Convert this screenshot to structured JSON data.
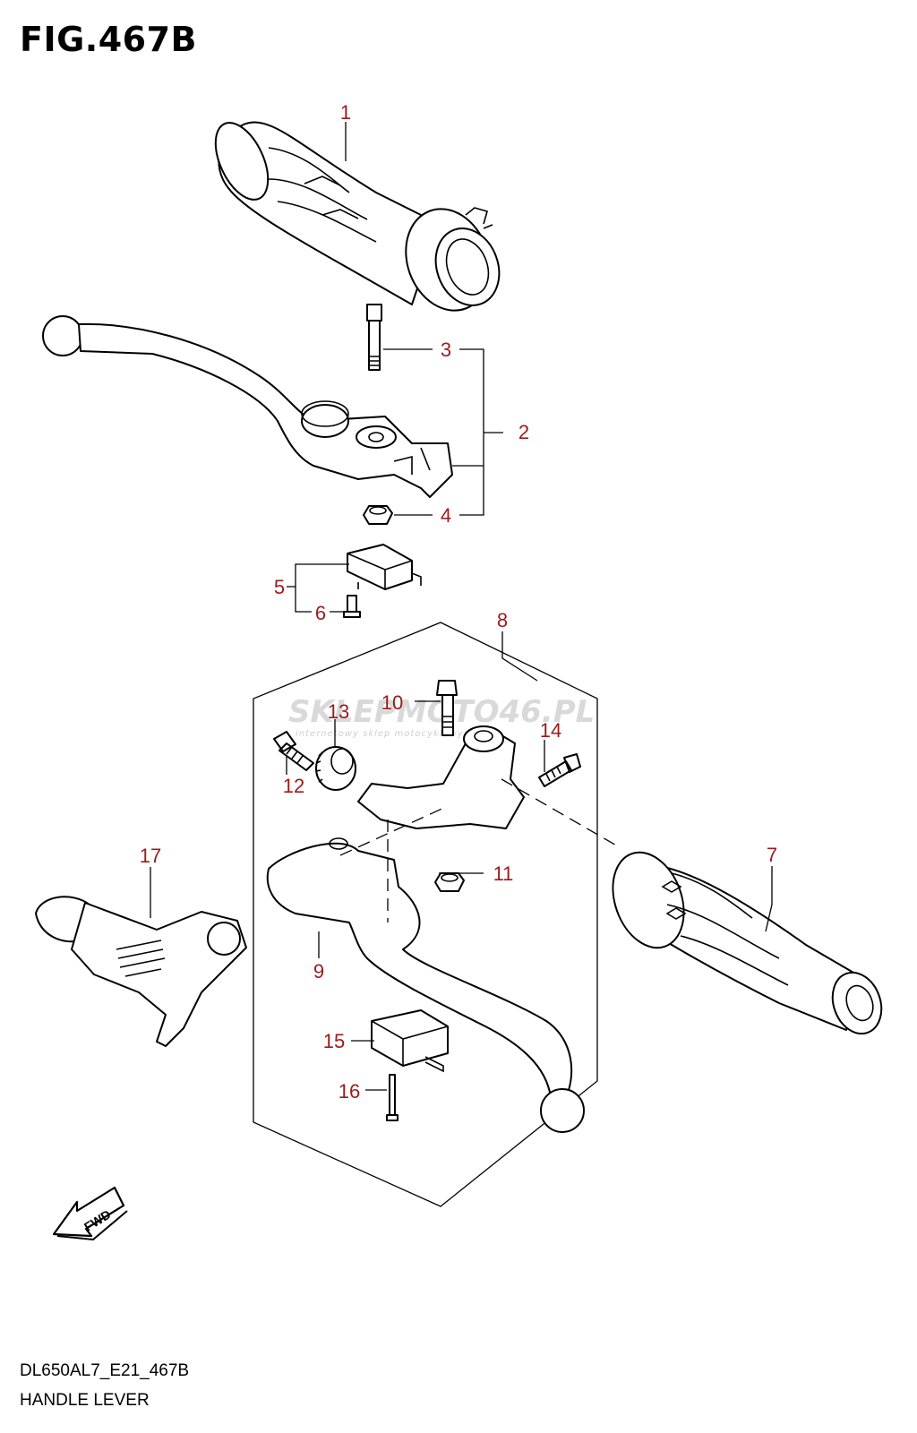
{
  "figure": {
    "title": "FIG.467B",
    "model_code": "DL650AL7_E21_467B",
    "name": "HANDLE LEVER"
  },
  "watermark": {
    "main": "SKLEPMOTO46.PL",
    "sub": "internetowy sklep motocyklowy"
  },
  "fwd_label": "FWD",
  "callouts": [
    "1",
    "2",
    "3",
    "4",
    "5",
    "6",
    "7",
    "8",
    "9",
    "10",
    "11",
    "12",
    "13",
    "14",
    "15",
    "16",
    "17"
  ],
  "colors": {
    "callout": "#9b1b1b",
    "line": "#000000"
  }
}
